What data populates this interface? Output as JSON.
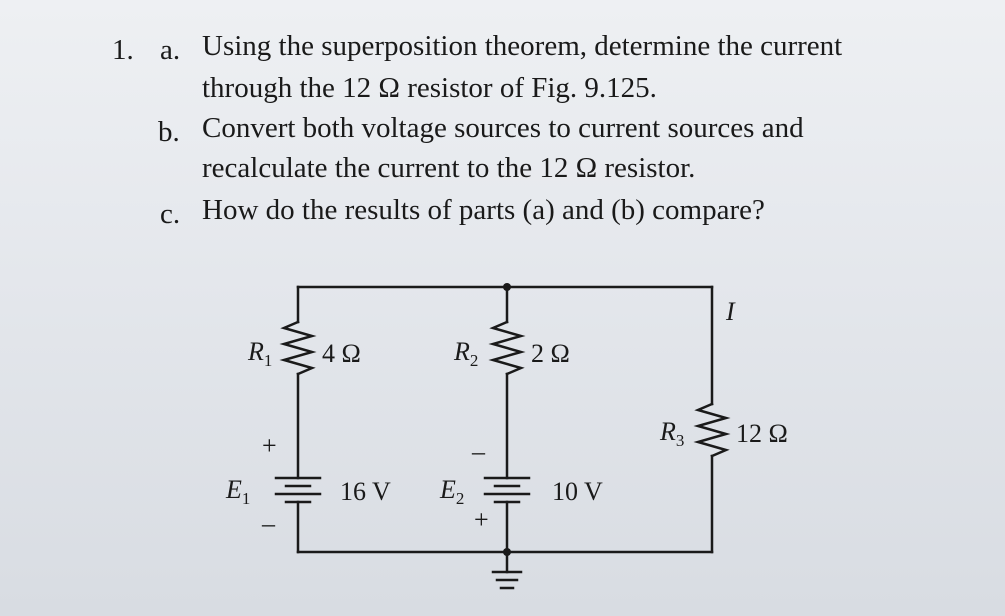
{
  "problem": {
    "number": "1.",
    "parts": [
      {
        "letter": "a.",
        "lines": [
          "Using the superposition theorem, determine the current",
          "through the 12 Ω resistor of Fig. 9.125."
        ]
      },
      {
        "letter": "b.",
        "lines": [
          "Convert both voltage sources to current sources and",
          "recalculate the current to the 12 Ω resistor."
        ]
      },
      {
        "letter": "c.",
        "lines": [
          "How do the results of parts (a) and (b) compare?"
        ]
      }
    ]
  },
  "circuit": {
    "current_label": "I",
    "r1": {
      "name": "R1",
      "name_main": "R",
      "name_sub": "1",
      "value": "4 Ω"
    },
    "r2": {
      "name": "R2",
      "name_main": "R",
      "name_sub": "2",
      "value": "2 Ω"
    },
    "r3": {
      "name": "R3",
      "name_main": "R",
      "name_sub": "3",
      "value": "12 Ω"
    },
    "e1": {
      "name": "E1",
      "name_main": "E",
      "name_sub": "1",
      "value": "16 V",
      "top_polarity": "+",
      "bottom_polarity": "–"
    },
    "e2": {
      "name": "E2",
      "name_main": "E",
      "name_sub": "2",
      "value": "10 V",
      "top_polarity": "–",
      "bottom_polarity": "+"
    }
  }
}
